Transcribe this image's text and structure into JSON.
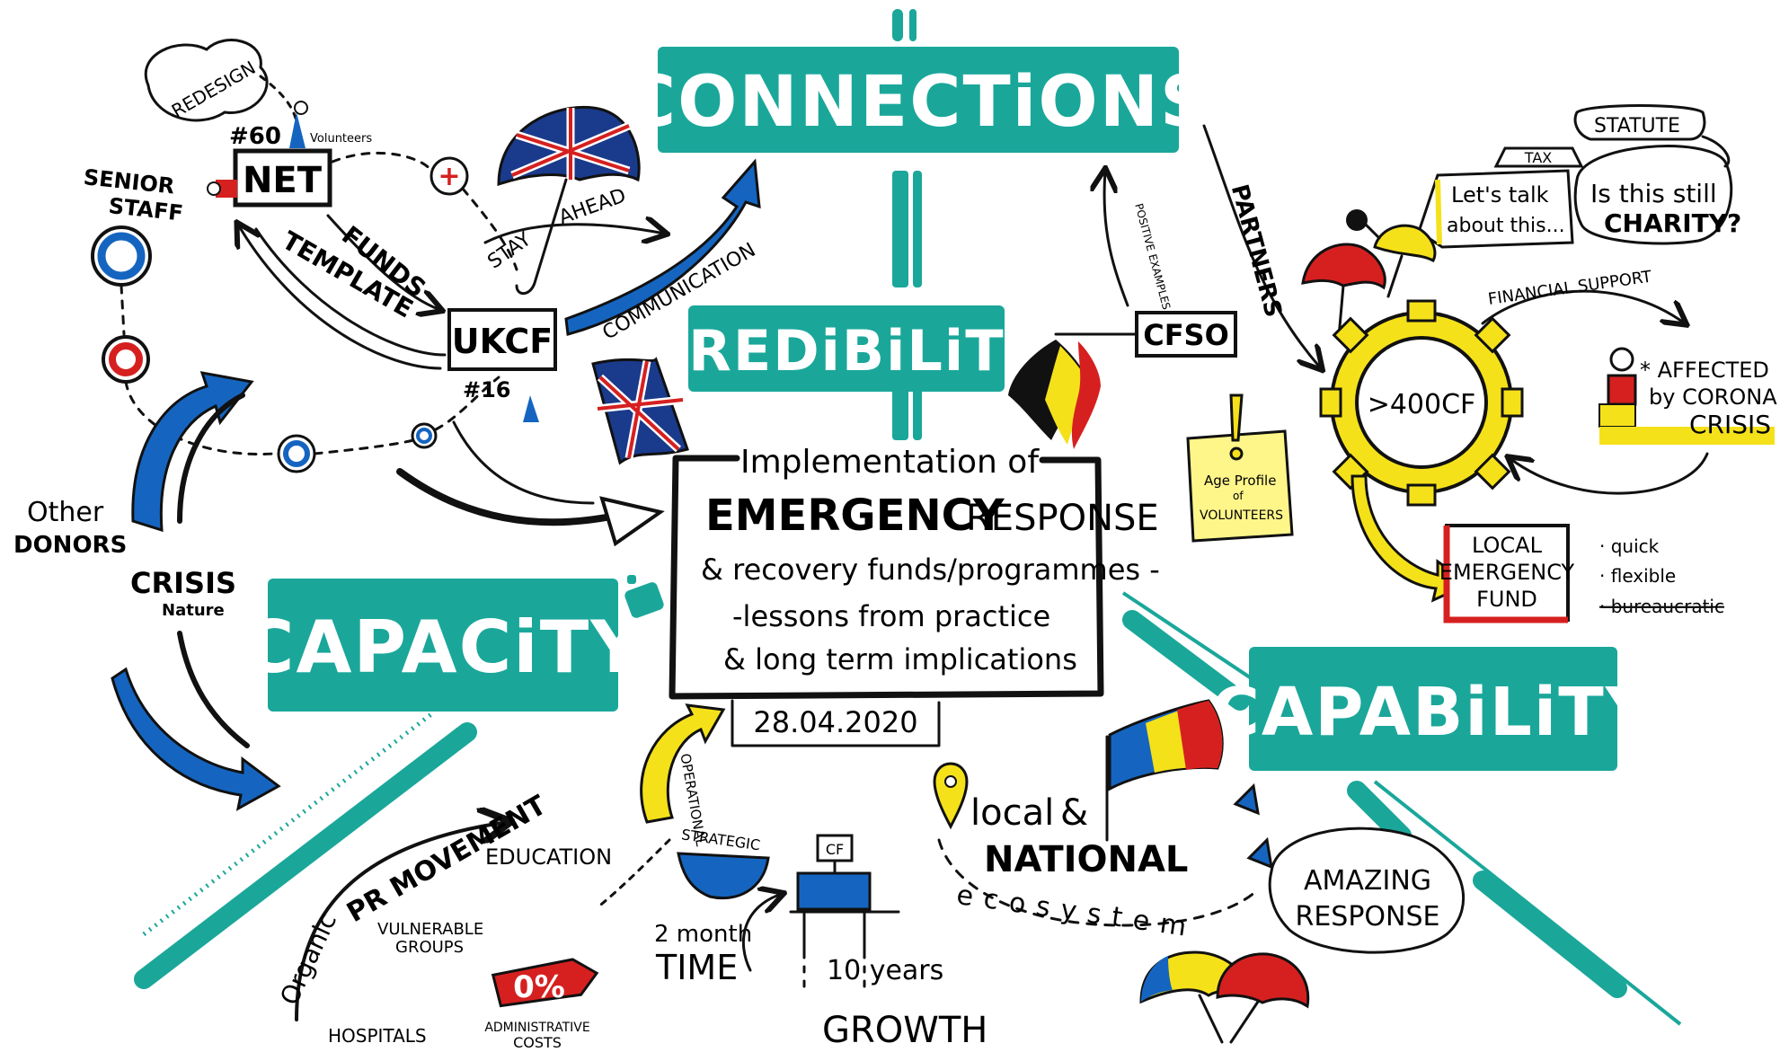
{
  "titles": {
    "connections": "CONNECTiONS",
    "credibility": "CREDiBiLiTY",
    "capacity": "CAPACiTY",
    "capability": "CAPABiLiTY"
  },
  "center": {
    "line1": "Implementation of",
    "line2a": "EMERGENCY",
    "line2b": "RESPONSE",
    "line3": "& recovery funds/programmes -",
    "line4": "-lessons from practice",
    "line5": "& long term implications",
    "date": "28.04.2020"
  },
  "network": {
    "redesign": "REDESIGN",
    "net": "NET",
    "net_count": "#60",
    "volunteers": "Volunteers",
    "senior_staff_1": "SENIOR",
    "senior_staff_2": "STAFF",
    "funds": "FUNDS",
    "template": "TEMPLATE",
    "ukcf": "UKCF",
    "ukcf_count": "#16",
    "stay": "STAY",
    "ahead": "AHEAD",
    "communication": "COMMUNICATION",
    "other": "Other",
    "donors": "DONORS",
    "crisis": "CRISIS",
    "nature": "Nature"
  },
  "partners": {
    "positive_examples": "POSITIVE EXAMPLES",
    "partners": "PARTNERS",
    "cfso": "CFSO",
    "age_profile_1": "Age Profile",
    "age_profile_2": "of",
    "age_profile_3": "VOLUNTEERS"
  },
  "charity": {
    "tax": "TAX",
    "statute": "STATUTE",
    "lets_talk_1": "Let's talk",
    "lets_talk_2": "about this...",
    "is_this_1": "Is this still",
    "is_this_2": "CHARITY?",
    "financial_support": "FINANCIAL SUPPORT",
    "gear_label": ">400CF",
    "affected_1": "* AFFECTED",
    "affected_2": "by CORONA",
    "affected_3": "CRISIS",
    "local_1": "LOCAL",
    "local_2": "EMERGENCY",
    "local_3": "FUND",
    "quick": "· quick",
    "flexible": "· flexible",
    "bureaucratic": "· bureaucratic"
  },
  "movement": {
    "organic": "Organic",
    "pr_movement": "PR MOVEMENT",
    "education": "EDUCATION",
    "vulnerable_1": "VULNERABLE",
    "vulnerable_2": "GROUPS",
    "hospitals": "HOSPITALS",
    "percent": "0%",
    "admin_1": "ADMINISTRATIVE",
    "admin_2": "COSTS"
  },
  "time": {
    "operational": "OPERATIONAL",
    "strategic": "STRATEGIC",
    "cf": "CF",
    "two_month": "2 month",
    "time": "TIME",
    "ten_years": "10 years",
    "growth": "GROWTH"
  },
  "ecosystem": {
    "local": "local",
    "amp": "&",
    "national": "NATIONAL",
    "ecosystem": "ecosystem",
    "amazing_1": "AMAZING",
    "amazing_2": "RESPONSE"
  },
  "colors": {
    "teal": "#1aa79a",
    "blue": "#1565c0",
    "red": "#d62020",
    "yellow": "#f5e11a"
  }
}
